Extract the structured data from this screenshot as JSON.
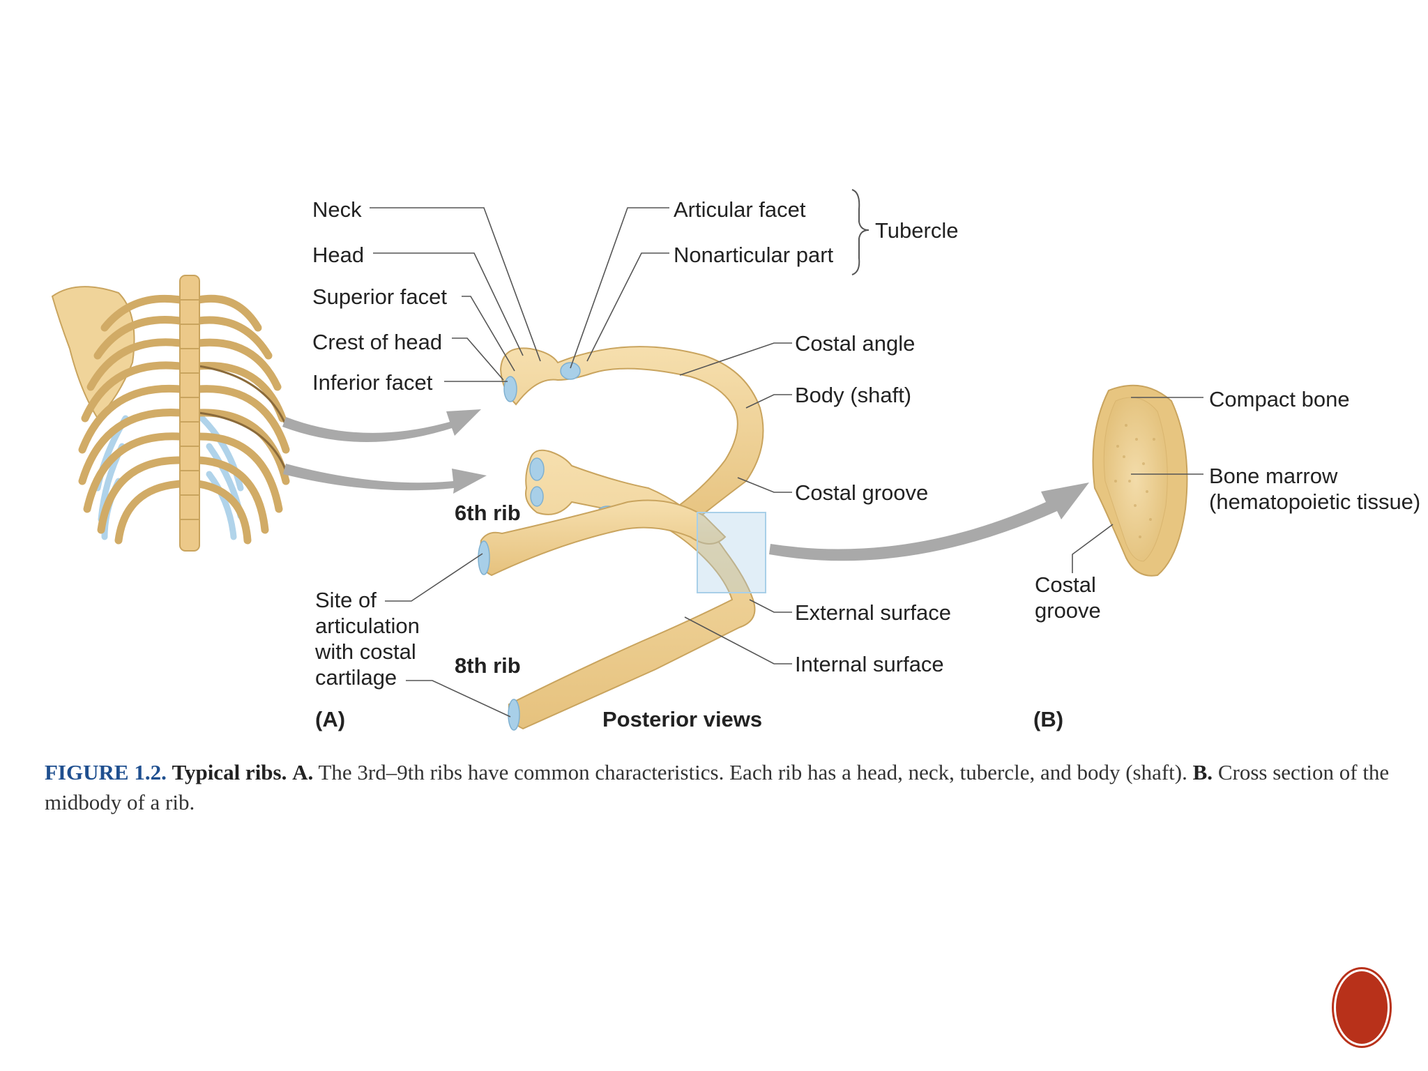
{
  "labels": {
    "neck": "Neck",
    "head": "Head",
    "superior_facet": "Superior facet",
    "crest_of_head": "Crest of head",
    "inferior_facet": "Inferior facet",
    "articular_facet": "Articular facet",
    "nonarticular_part": "Nonarticular part",
    "tubercle": "Tubercle",
    "costal_angle": "Costal angle",
    "body_shaft": "Body (shaft)",
    "costal_groove": "Costal groove",
    "sixth_rib": "6th rib",
    "eighth_rib": "8th rib",
    "site_of_articulation": "Site of articulation with costal cartilage",
    "external_surface": "External surface",
    "internal_surface": "Internal surface",
    "panel_a": "(A)",
    "posterior_views": "Posterior views",
    "panel_b": "(B)",
    "compact_bone": "Compact bone",
    "bone_marrow": "Bone marrow (hematopoietic tissue)",
    "costal_groove_b": "Costal groove"
  },
  "caption": {
    "figure_number": "FIGURE 1.2.",
    "title": "Typical ribs.",
    "a_label": "A.",
    "a_text": "The 3rd–9th ribs have common characteristics. Each rib has a head, neck, tubercle, and body (shaft).",
    "b_label": "B.",
    "b_text": "Cross section of the midbody of a rib."
  },
  "colors": {
    "bone": "#f0d49a",
    "bone_outline": "#c9a45e",
    "cartilage": "#a8cfe8",
    "arrow": "#a9a9a9",
    "caption_blue": "#1f4f8f",
    "nav_button": "#b8311a"
  },
  "icons": {
    "nav_button": "circle-button-icon"
  }
}
